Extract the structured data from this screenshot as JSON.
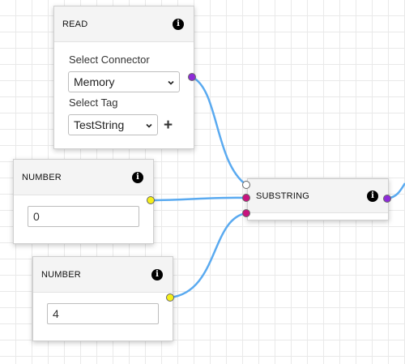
{
  "colors": {
    "wire": "#5aaaf0",
    "port_string": "#8e2bd8",
    "port_number": "#c8137f",
    "port_number_out": "#f5ef1a",
    "port_empty": "#ffffff"
  },
  "read_node": {
    "title": "READ",
    "info_icon": "info-icon",
    "connector_label": "Select Connector",
    "connector_value": "Memory",
    "tag_label": "Select Tag",
    "tag_value": "TestString",
    "add_icon": "plus-icon",
    "add_symbol": "+"
  },
  "number_node_1": {
    "title": "NUMBER",
    "info_icon": "info-icon",
    "value": "0"
  },
  "number_node_2": {
    "title": "NUMBER",
    "info_icon": "info-icon",
    "value": "4"
  },
  "substring_node": {
    "title": "SUBSTRING",
    "info_icon": "info-icon"
  }
}
